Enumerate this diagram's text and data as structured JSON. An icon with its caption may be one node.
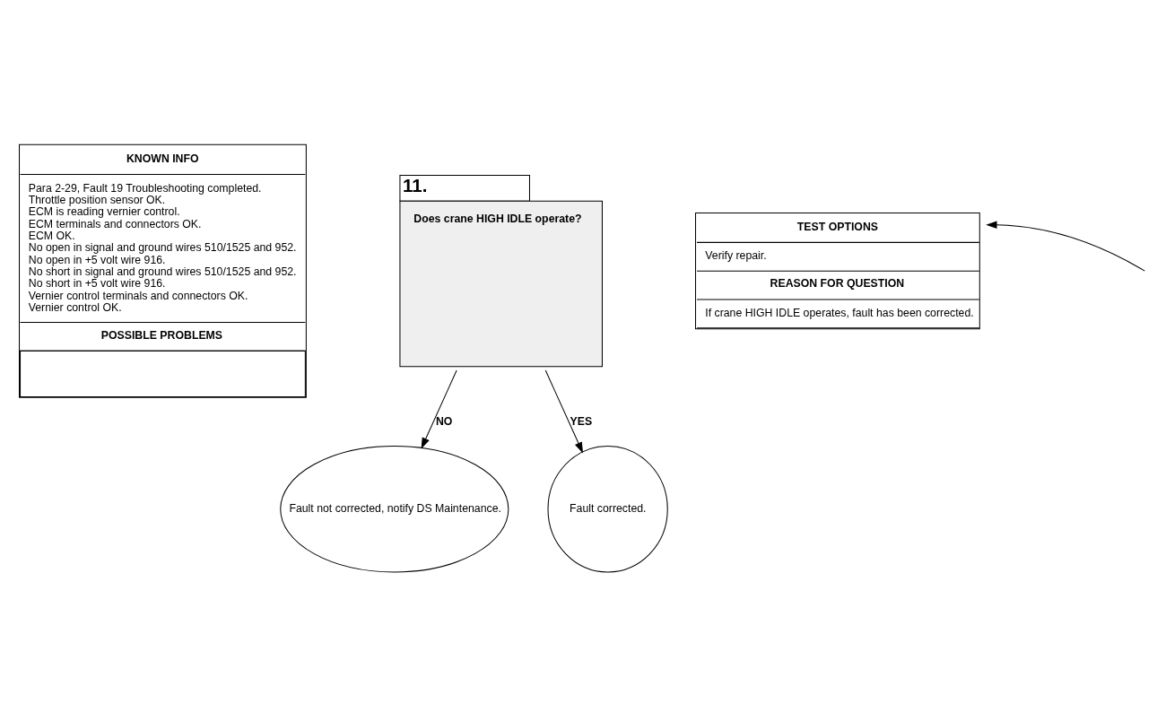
{
  "diagram": {
    "nodes": [
      {
        "text": [
          "KNOWN INFO",
          "Para 2-29, Fault 19 Troubleshooting completed.",
          "Throttle position sensor OK.",
          "ECM is reading vernier control.",
          "ECM terminals and connectors OK.",
          "ECM OK.",
          "No open in signal and ground wires 510/1525 and 952.",
          "No open in +5 volt wire 916.",
          "No short in signal and ground wires 510/1525 and 952.",
          "No short in +5 volt wire 916.",
          "Vernier control terminals and connectors OK.",
          "Vernier control OK.",
          "POSSIBLE PROBLEMS"
        ]
      },
      {
        "text": [
          "11.",
          "Does crane HIGH IDLE operate?"
        ]
      },
      {
        "text": [
          "TEST OPTIONS",
          "Verify repair.",
          "REASON FOR QUESTION",
          "If crane HIGH IDLE operates, fault has been corrected."
        ]
      },
      {
        "text": [
          "Fault not corrected, notify DS Maintenance."
        ]
      },
      {
        "text": [
          "Fault corrected."
        ]
      }
    ],
    "edges": [
      {
        "from": 1,
        "to": 3,
        "arrow": "to",
        "label": "NO"
      },
      {
        "from": 1,
        "to": 4,
        "arrow": "to",
        "label": "YES"
      },
      {
        "from": null,
        "to": 2,
        "arrow": "to"
      }
    ]
  }
}
